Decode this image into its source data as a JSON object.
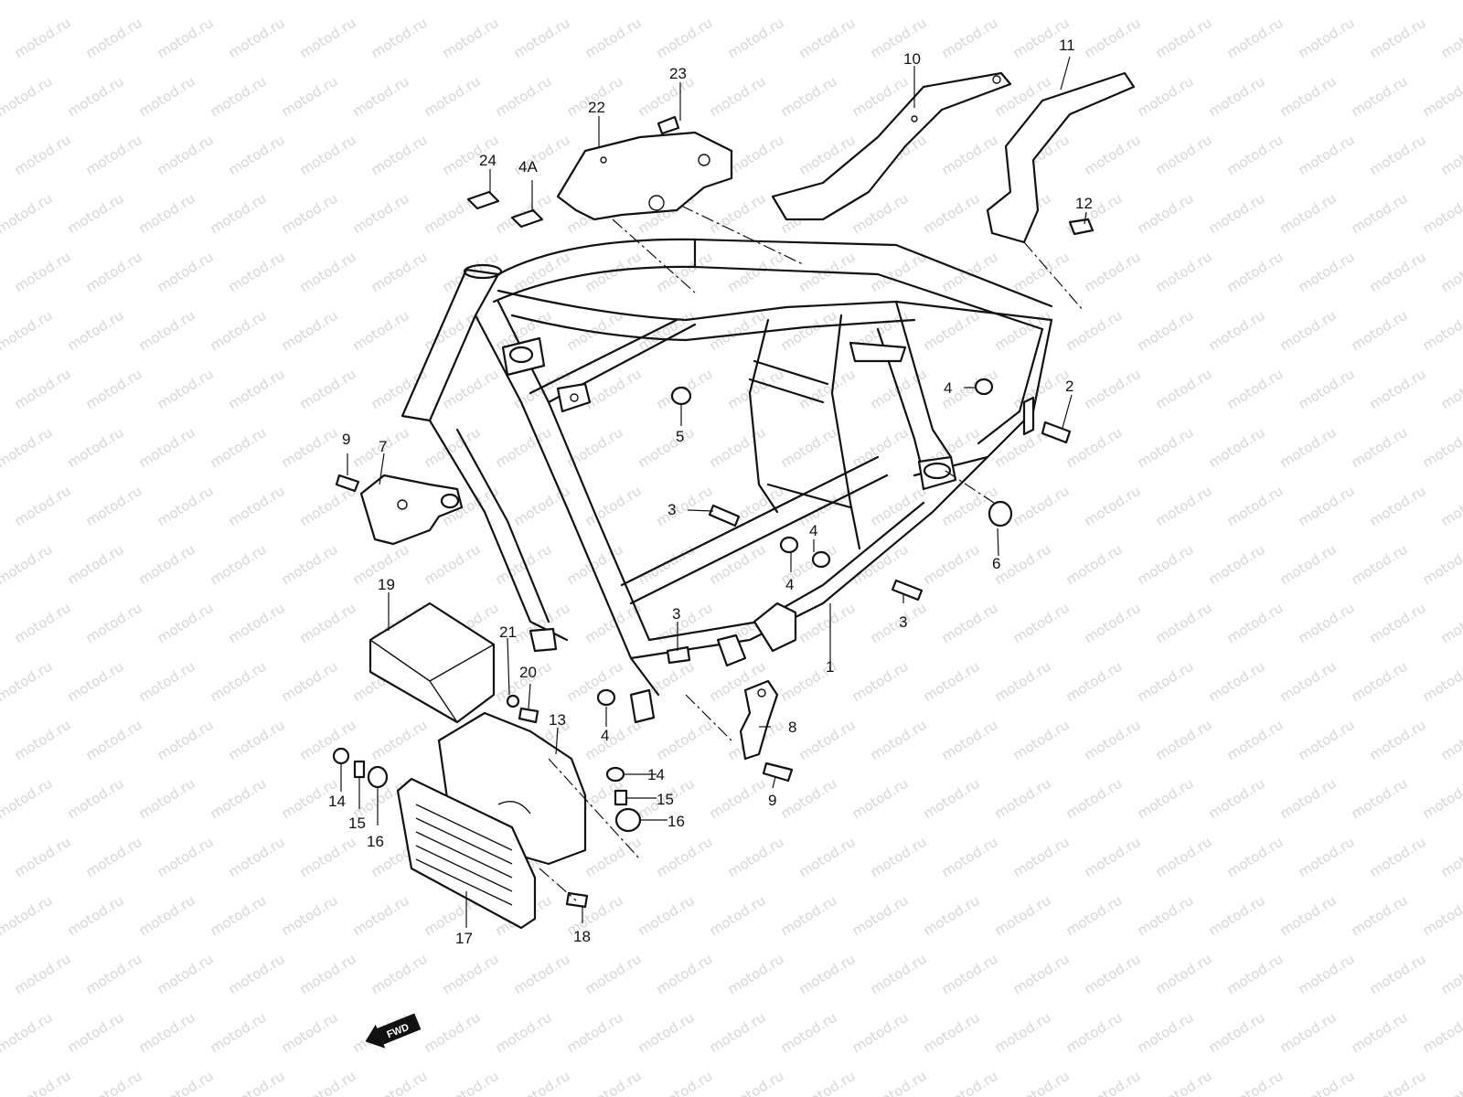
{
  "watermark": "motod.ru",
  "direction_marker": "FWD",
  "callouts": {
    "c1": "1",
    "c2": "2",
    "c3a": "3",
    "c3b": "3",
    "c3c": "3",
    "c4a": "4",
    "c4b": "4",
    "c4c": "4",
    "c4d": "4",
    "c4A": "4A",
    "c5": "5",
    "c6": "6",
    "c7": "7",
    "c8": "8",
    "c9a": "9",
    "c9b": "9",
    "c10": "10",
    "c11": "11",
    "c12": "12",
    "c13": "13",
    "c14a": "14",
    "c14b": "14",
    "c15a": "15",
    "c15b": "15",
    "c16a": "16",
    "c16b": "16",
    "c17": "17",
    "c18": "18",
    "c19": "19",
    "c20": "20",
    "c21": "21",
    "c22": "22",
    "c23": "23",
    "c24": "24"
  },
  "colors": {
    "line": "#111111",
    "watermark": "#d6d6d6",
    "background": "#ffffff"
  }
}
